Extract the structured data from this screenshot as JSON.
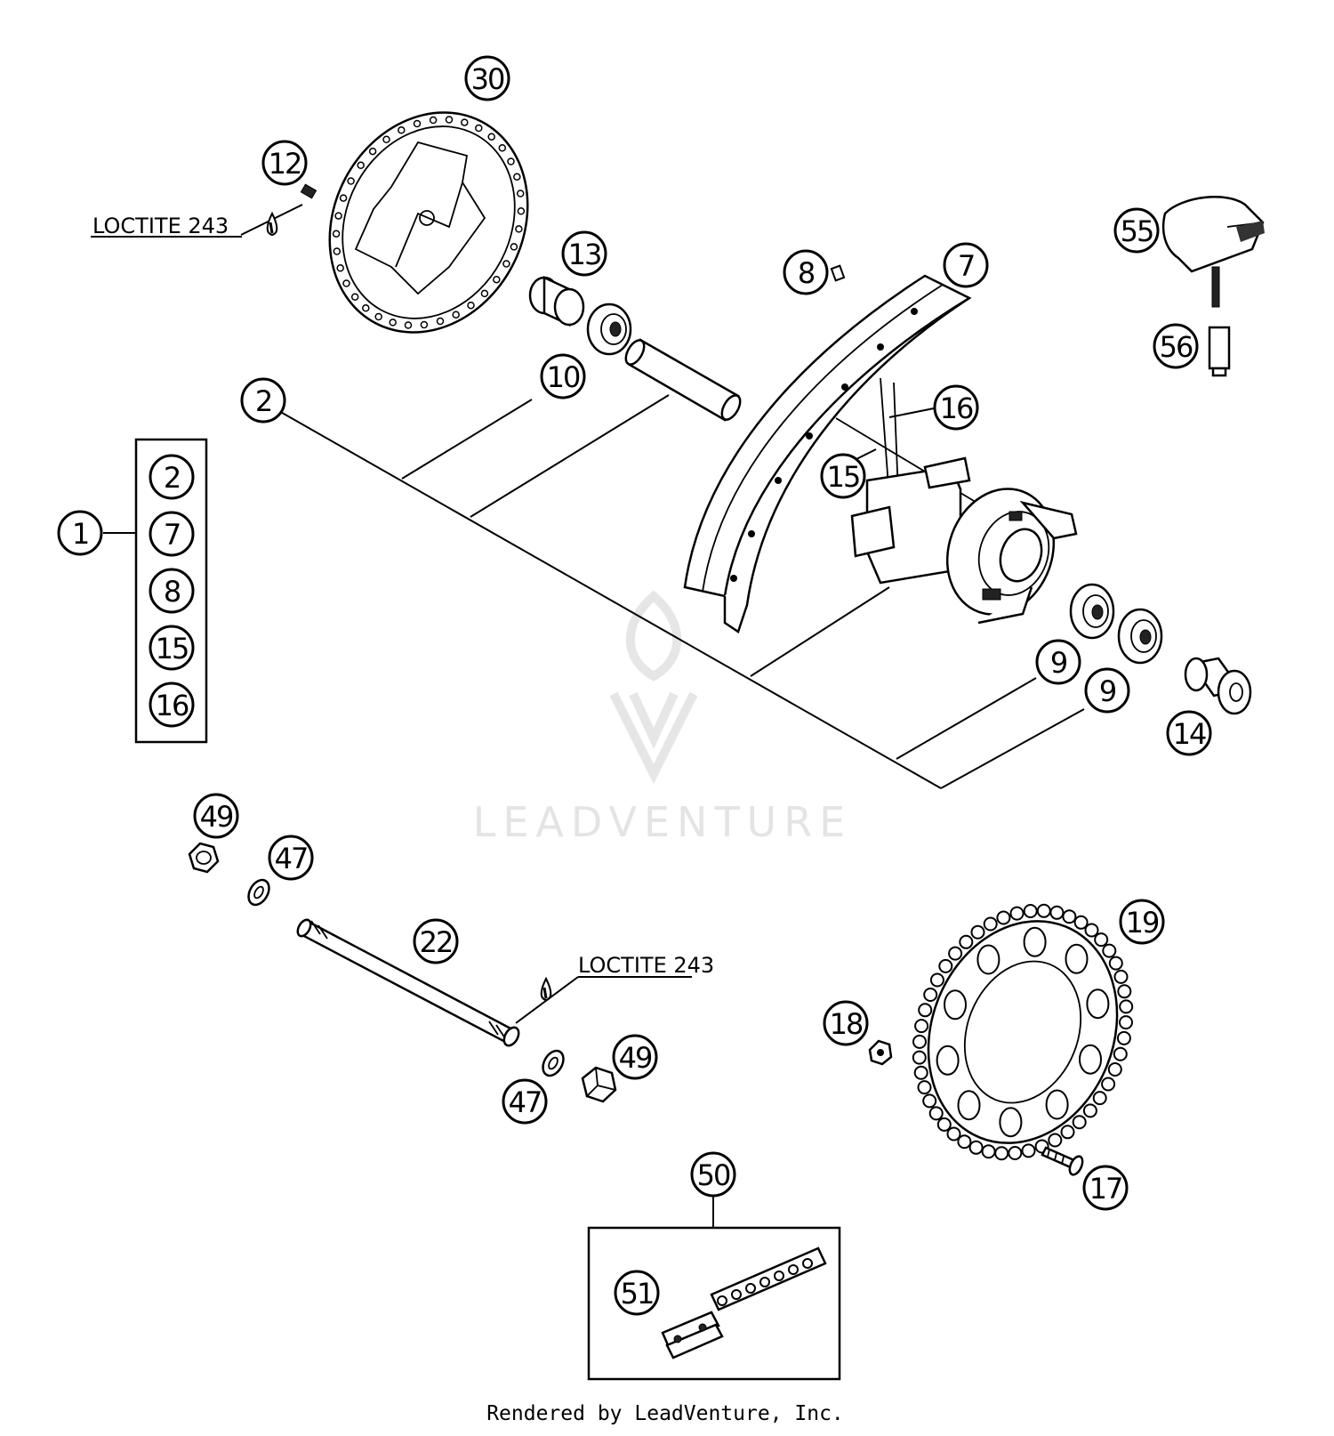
{
  "diagram": {
    "callouts": [
      {
        "id": "c30",
        "label": "30"
      },
      {
        "id": "c12",
        "label": "12"
      },
      {
        "id": "c13",
        "label": "13"
      },
      {
        "id": "c8",
        "label": "8"
      },
      {
        "id": "c7",
        "label": "7"
      },
      {
        "id": "c55",
        "label": "55"
      },
      {
        "id": "c56",
        "label": "56"
      },
      {
        "id": "c10",
        "label": "10"
      },
      {
        "id": "c2",
        "label": "2"
      },
      {
        "id": "c16",
        "label": "16"
      },
      {
        "id": "c15",
        "label": "15"
      },
      {
        "id": "c1",
        "label": "1"
      },
      {
        "id": "c9a",
        "label": "9"
      },
      {
        "id": "c9b",
        "label": "9"
      },
      {
        "id": "c14",
        "label": "14"
      },
      {
        "id": "c49a",
        "label": "49"
      },
      {
        "id": "c47a",
        "label": "47"
      },
      {
        "id": "c22",
        "label": "22"
      },
      {
        "id": "c19",
        "label": "19"
      },
      {
        "id": "c18",
        "label": "18"
      },
      {
        "id": "c47b",
        "label": "47"
      },
      {
        "id": "c49b",
        "label": "49"
      },
      {
        "id": "c17",
        "label": "17"
      },
      {
        "id": "c50",
        "label": "50"
      },
      {
        "id": "c51",
        "label": "51"
      }
    ],
    "kit_box_items": [
      "2",
      "7",
      "8",
      "15",
      "16"
    ],
    "notes": [
      {
        "id": "loctite-top",
        "text": "LOCTITE 243"
      },
      {
        "id": "loctite-bottom",
        "text": "LOCTITE 243"
      }
    ],
    "watermark": "LEADVENTURE",
    "footer": "Rendered by LeadVenture, Inc."
  }
}
